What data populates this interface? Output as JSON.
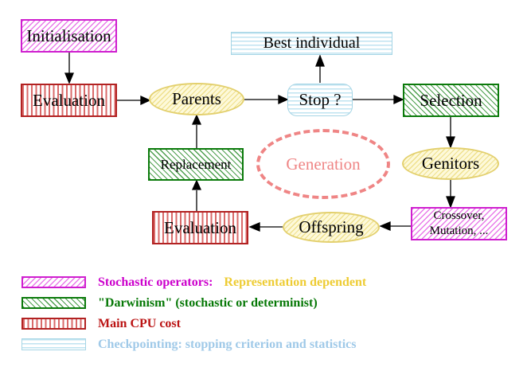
{
  "diagram": {
    "nodes": {
      "initialisation": "Initialisation",
      "evaluation_top": "Evaluation",
      "parents": "Parents",
      "best_individual": "Best individual",
      "stop": "Stop ?",
      "selection": "Selection",
      "genitors": "Genitors",
      "crossover_line1": "Crossover,",
      "crossover_line2": "Mutation, ...",
      "offspring": "Offspring",
      "evaluation_bottom": "Evaluation",
      "replacement": "Replacement",
      "generation": "Generation"
    },
    "legend": [
      {
        "swatch": "magenta-diagonal-hatch",
        "label": "Stochastic operators:",
        "label2": "Representation dependent"
      },
      {
        "swatch": "green-diagonal-hatch",
        "label": "\"Darwinism\" (stochastic or determinist)"
      },
      {
        "swatch": "red-vertical-stripes",
        "label": "Main CPU cost"
      },
      {
        "swatch": "cyan-horizontal-stripes",
        "label": "Checkpointing: stopping criterion and statistics"
      }
    ],
    "colors": {
      "magenta": "#cf1fcf",
      "green": "#0b7a0b",
      "red": "#b22222",
      "cyan": "#a5d5e5",
      "yellow_node_border": "#e3d06e",
      "yellow_node_fill": "#fdf9da",
      "salmon_generation": "#ef8585",
      "legend_gold_text": "#eecc33",
      "legend_cyan_text": "#9fc9e8",
      "arrow": "#000000"
    }
  }
}
